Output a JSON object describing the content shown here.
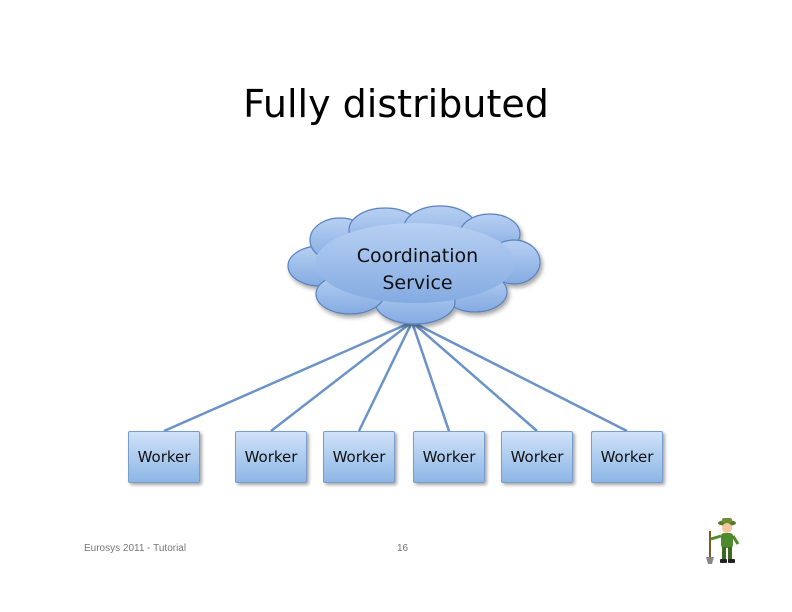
{
  "slide": {
    "title": "Fully distributed",
    "cloud": {
      "line1": "Coordination",
      "line2": "Service"
    },
    "workers": [
      "Worker",
      "Worker",
      "Worker",
      "Worker",
      "Worker",
      "Worker"
    ],
    "footer": "Eurosys 2011 - Tutorial",
    "page_number": "16"
  },
  "colors": {
    "cloud_fill": "#8fb4e8",
    "cloud_stroke": "#5b82bd",
    "line": "#6b93c8",
    "worker_fill": "#a9c8ef"
  },
  "icons": {
    "mascot": "gardener-mascot-icon"
  }
}
